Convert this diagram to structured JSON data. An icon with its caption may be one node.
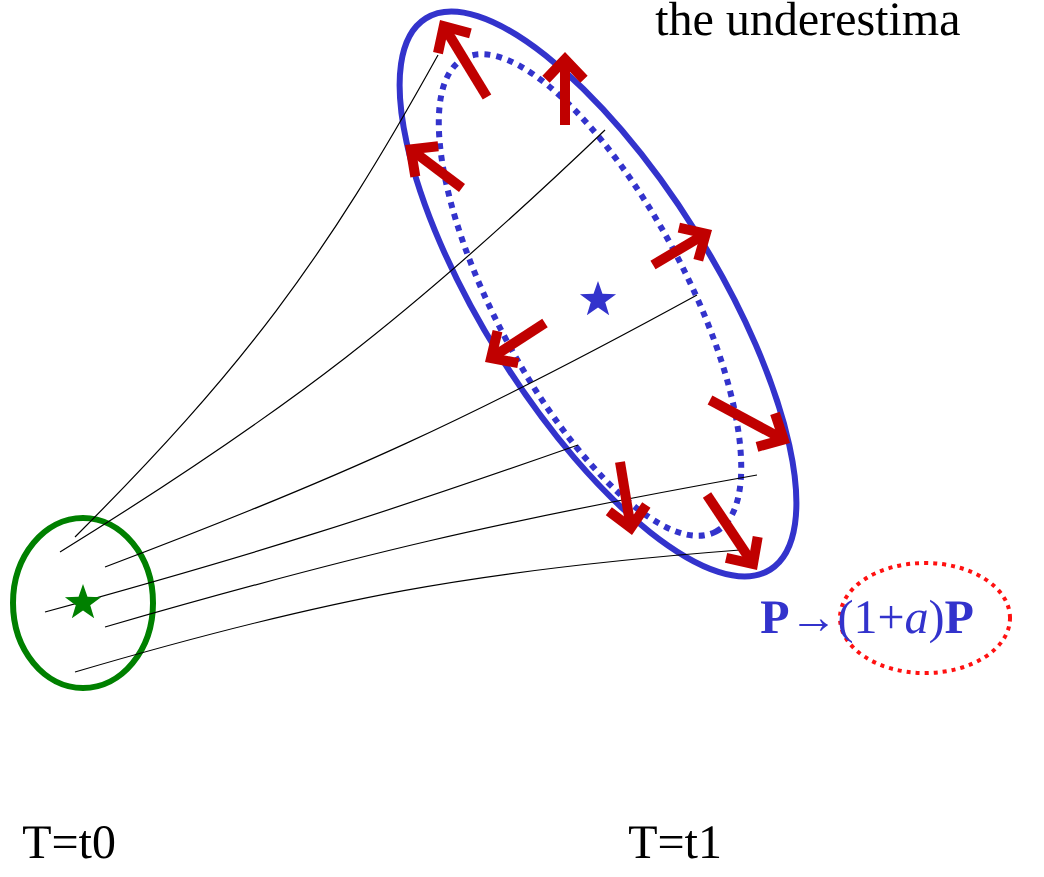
{
  "diagram": {
    "nodes": [
      {
        "text": [],
        "shape": "ellipse"
      },
      {
        "text": [],
        "shape": "ellipse"
      },
      {
        "text": [],
        "shape": "ellipse"
      }
    ],
    "edges": [
      {
        "from": 0,
        "to": 1,
        "arrow": "none"
      },
      {
        "from": 0,
        "to": 1,
        "arrow": "none"
      },
      {
        "from": 0,
        "to": 1,
        "arrow": "none"
      },
      {
        "from": 0,
        "to": 1,
        "arrow": "none"
      },
      {
        "from": 0,
        "to": 1,
        "arrow": "none"
      },
      {
        "from": 0,
        "to": 1,
        "arrow": "none"
      }
    ],
    "labels": [
      "the underestima",
      "**P**→(1+*a*)**P**",
      "T=t0",
      "T=t1"
    ]
  }
}
